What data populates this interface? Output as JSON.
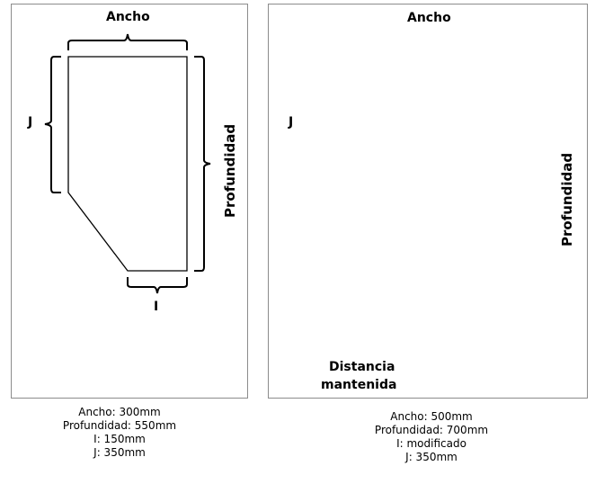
{
  "left": {
    "labels": {
      "width": "Ancho",
      "depth": "Profundidad",
      "j": "J",
      "i": "I"
    },
    "specs": [
      "Ancho: 300mm",
      "Profundidad: 550mm",
      "I: 150mm",
      "J: 350mm"
    ]
  },
  "right": {
    "labels": {
      "width": "Ancho",
      "depth": "Profundidad",
      "j": "J",
      "kept_distance_line1": "Distancia",
      "kept_distance_line2": "mantenida"
    },
    "specs": [
      "Ancho: 500mm",
      "Profundidad: 700mm",
      "I: modificado",
      "J: 350mm"
    ]
  }
}
